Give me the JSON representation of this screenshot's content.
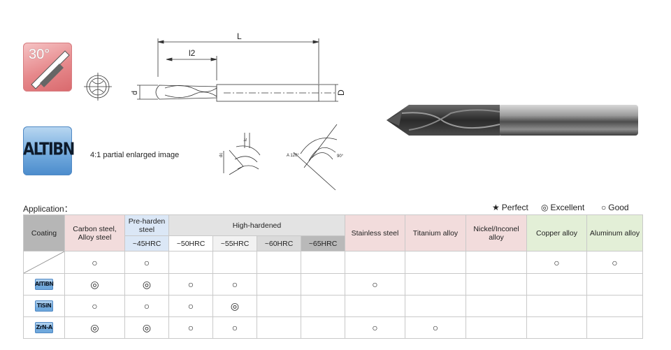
{
  "badges": {
    "helix_angle": "30°",
    "coating": "ALTIBN"
  },
  "drawing": {
    "dim_L": "L",
    "dim_l2": "l2",
    "dim_d": "d",
    "dim_D": "D",
    "enlarged_label": "4:1  partial enlarged image",
    "angle_A": "A 120°",
    "angle_90": "90°",
    "detail_dc": "dc",
    "detail_lc": "lc"
  },
  "application": {
    "label": "Application：",
    "legend": [
      {
        "symbol": "★",
        "text": "Perfect"
      },
      {
        "symbol": "◎",
        "text": "Excellent"
      },
      {
        "symbol": "○",
        "text": "Good"
      }
    ],
    "headers": {
      "coating": "Coating",
      "carbon": "Carbon steel,\nAlloy steel",
      "preharden": "Pre-harden steel",
      "preharden_sub": "~45HRC",
      "high": "High-hardened",
      "high_subs": [
        "~50HRC",
        "~55HRC",
        "~60HRC",
        "~65HRC"
      ],
      "stainless": "Stainless steel",
      "titanium": "Titanium alloy",
      "nickel": "Nickel/Inconel alloy",
      "copper": "Copper alloy",
      "aluminum": "Aluminum alloy"
    },
    "rows": [
      {
        "coating": "",
        "cells": [
          "○",
          "○",
          "",
          "",
          "",
          "",
          "",
          "",
          "",
          "○",
          "○"
        ]
      },
      {
        "coating": "AlTiBN",
        "cells": [
          "◎",
          "◎",
          "○",
          "○",
          "",
          "",
          "○",
          "",
          "",
          "",
          ""
        ]
      },
      {
        "coating": "TiSiN",
        "cells": [
          "○",
          "○",
          "○",
          "◎",
          "",
          "",
          "",
          "",
          "",
          "",
          ""
        ]
      },
      {
        "coating": "ZrN-A",
        "cells": [
          "◎",
          "◎",
          "○",
          "○",
          "",
          "",
          "○",
          "○",
          "",
          "",
          ""
        ]
      }
    ]
  },
  "colors": {
    "angle_badge": "#e6888b",
    "coating_badge": "#6fa8dc",
    "material_pink": "#f2dcdc",
    "material_green": "#e3efd7",
    "coating_header": "#b6b6b6"
  }
}
